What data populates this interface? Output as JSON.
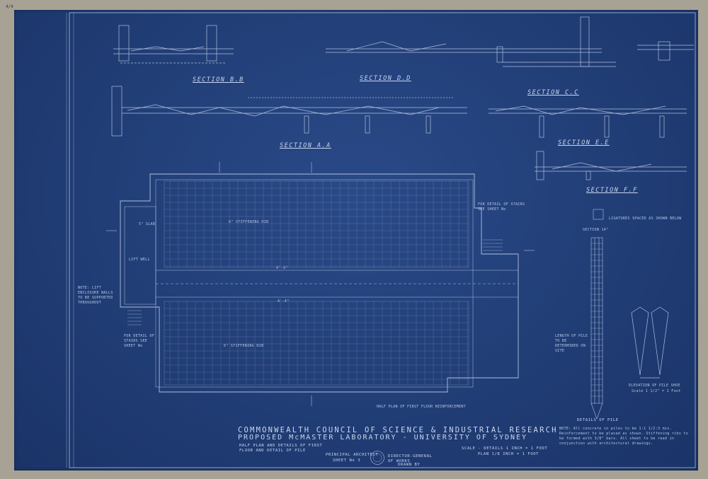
{
  "corner_mark": "4/4",
  "sections": {
    "bb": "SECTION B.B",
    "dd": "SECTION D.D",
    "cc": "SECTION C.C",
    "aa": "SECTION A.A",
    "ee": "SECTION E.E",
    "ff": "SECTION F.F"
  },
  "plan": {
    "caption": "HALF PLAN OF FIRST FLOOR REINFORCEMENT",
    "stiffening_rib_1": "6\" STIFFENING RIB",
    "stiffening_rib_2": "6\" STIFFENING RIB",
    "stairs_detail": "FOR DETAIL OF STAIRS SEE SHEET No",
    "lift_well": "LIFT WELL",
    "stairs_note": "FOR DETAIL OF STAIRS SEE SHEET No",
    "slab_note": "5\" SLAB",
    "dim_1": "9'-3\"",
    "dim_2": "4'-4\""
  },
  "pile": {
    "heading": "DETAILS OF PILE",
    "section_label": "SECTION 14\"",
    "length_note": "LENGTH OF PILE TO BE DETERMINED ON SITE",
    "shoe_caption": "ELEVATION OF PILE SHOE",
    "shoe_scale": "Scale 1 1/2\" = 1 Foot",
    "ligatures": "LIGATURES SPACED AS SHOWN BELOW",
    "notes": "NOTE: All concrete in piles to be 1:1 1/2:3 mix. Reinforcement to be placed as shown. Stiffening ribs to be formed with 3/8\" bars. All sheet to be read in conjunction with architectural drawings."
  },
  "title_block": {
    "line1": "COMMONWEALTH COUNCIL OF SCIENCE & INDUSTRIAL RESEARCH",
    "line2": "PROPOSED McMASTER LABORATORY - UNIVERSITY OF SYDNEY",
    "subtitle_1": "HALF PLAN AND DETAILS OF FIRST",
    "subtitle_2": "FLOOR AND DETAIL OF PILE",
    "architect": "PRINCIPAL ARCHITECT",
    "sheet": "SHEET No 3",
    "director": "DIRECTOR-GENERAL OF WORKS",
    "scale_1": "SCALE - DETAILS 1 INCH = 1 FOOT",
    "scale_2": "PLAN 1/8 INCH = 1 FOOT",
    "drawn_by": "DRAWN BY",
    "margin_note": "NOTE: LIFT ENCLOSURE WALLS TO BE SUPPORTED THROUGHOUT"
  },
  "colors": {
    "paper": "#23427f",
    "line": "#c9d6f0",
    "background": "#a7a293"
  }
}
